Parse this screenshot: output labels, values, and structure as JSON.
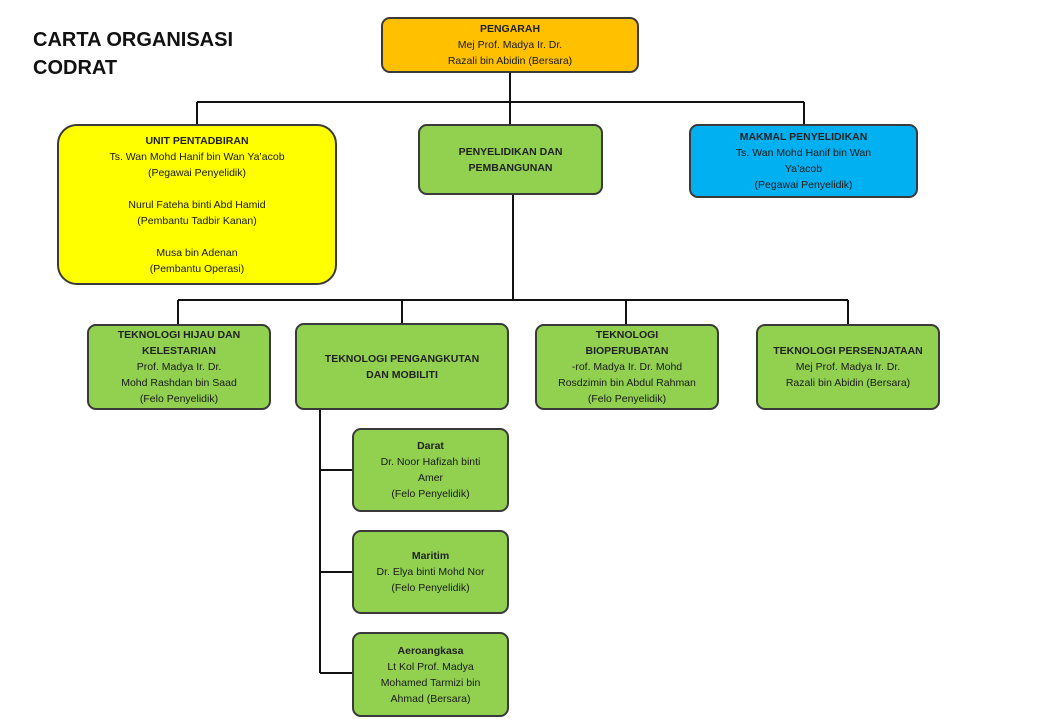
{
  "title": {
    "line1": "CARTA ORGANISASI",
    "line2": "CODRAT"
  },
  "colors": {
    "director": "#ffc000",
    "admin": "#ffff00",
    "research": "#92d050",
    "lab": "#00b0f0",
    "border": "#3a3a3a"
  },
  "director": {
    "head": "PENGARAH",
    "line1": "Mej Prof. Madya Ir. Dr.",
    "line2": "Razali bin Abidin (Bersara)"
  },
  "admin": {
    "head": "UNIT PENTADBIRAN",
    "p1_name": "Ts. Wan Mohd Hanif bin Wan Ya’acob",
    "p1_role": "(Pegawai Penyelidik)",
    "p2_name": "Nurul Fateha binti Abd Hamid",
    "p2_role": "(Pembantu Tadbir Kanan)",
    "p3_name": "Musa bin Adenan",
    "p3_role": "(Pembantu Operasi)"
  },
  "rnd": {
    "line1": "PENYELIDIKAN DAN",
    "line2": "PEMBANGUNAN"
  },
  "lab": {
    "head": "MAKMAL PENYELIDIKAN",
    "line1": "Ts. Wan Mohd Hanif bin Wan",
    "line2": "Ya’acob",
    "line3": "(Pegawai Penyelidik)"
  },
  "green_tech": {
    "head1": "TEKNOLOGI HIJAU DAN",
    "head2": "KELESTARIAN",
    "line1": "Prof. Madya Ir. Dr.",
    "line2": "Mohd Rashdan bin Saad",
    "line3": "(Felo Penyelidik)"
  },
  "transport": {
    "line1": "TEKNOLOGI PENGANGKUTAN",
    "line2": "DAN MOBILITI"
  },
  "biomed": {
    "head1": "TEKNOLOGI",
    "head2": "BIOPERUBATAN",
    "line1": "-rof. Madya Ir. Dr. Mohd",
    "line2": "Rosdzimin bin Abdul Rahman",
    "line3": "(Felo Penyelidik)"
  },
  "weapons": {
    "head": "TEKNOLOGI PERSENJATAAN",
    "line1": "Mej Prof. Madya Ir. Dr.",
    "line2": "Razali bin Abidin (Bersara)"
  },
  "land": {
    "head": "Darat",
    "line1": "Dr. Noor Hafizah binti",
    "line2": "Amer",
    "line3": "(Felo Penyelidik)"
  },
  "maritime": {
    "head": "Maritim",
    "line1": "Dr. Elya binti Mohd Nor",
    "line2": "(Felo Penyelidik)"
  },
  "aero": {
    "head": "Aeroangkasa",
    "line1": "Lt Kol Prof. Madya",
    "line2": "Mohamed Tarmizi bin",
    "line3": "Ahmad (Bersara)"
  }
}
